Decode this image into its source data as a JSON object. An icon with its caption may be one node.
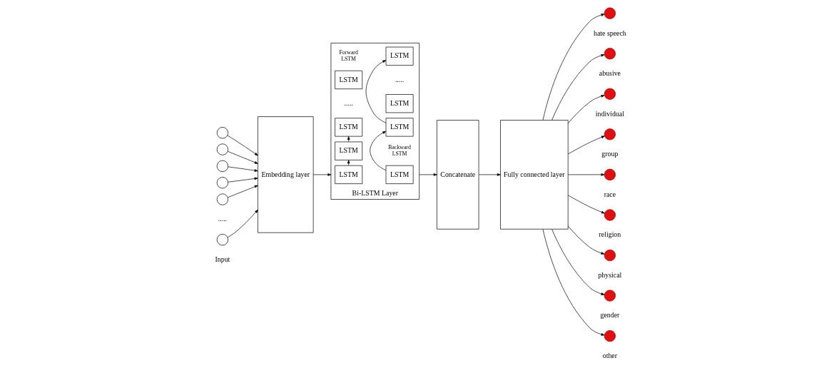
{
  "diagram": {
    "nodes": [
      {
        "text": [],
        "shape": "circle"
      },
      {
        "text": [],
        "shape": "circle"
      },
      {
        "text": [],
        "shape": "circle"
      },
      {
        "text": [],
        "shape": "circle"
      },
      {
        "text": [],
        "shape": "circle"
      },
      {
        "text": [],
        "shape": "circle"
      },
      {
        "text": [
          "Embedding layer"
        ]
      },
      {
        "text": [
          "Bi-LSTM Layer"
        ]
      },
      {
        "text": [
          "LSTM"
        ],
        "in": 7
      },
      {
        "text": [
          "LSTM"
        ],
        "in": 7
      },
      {
        "text": [
          "LSTM"
        ],
        "in": 7
      },
      {
        "text": [
          "LSTM"
        ],
        "in": 7
      },
      {
        "text": [
          "LSTM"
        ],
        "in": 7
      },
      {
        "text": [
          "LSTM"
        ],
        "in": 7
      },
      {
        "text": [
          "LSTM"
        ],
        "in": 7
      },
      {
        "text": [
          "LSTM"
        ],
        "in": 7
      },
      {
        "text": [
          "Concatenate"
        ]
      },
      {
        "text": [
          "Fully connected layer"
        ]
      },
      {
        "text": [],
        "shape": "circle",
        "beside": [
          "hate speech"
        ]
      },
      {
        "text": [],
        "shape": "circle",
        "beside": [
          "abusive"
        ]
      },
      {
        "text": [],
        "shape": "circle",
        "beside": [
          "individual"
        ]
      },
      {
        "text": [],
        "shape": "circle",
        "beside": [
          "group"
        ]
      },
      {
        "text": [],
        "shape": "circle",
        "beside": [
          "race"
        ]
      },
      {
        "text": [],
        "shape": "circle",
        "beside": [
          "religion"
        ]
      },
      {
        "text": [],
        "shape": "circle",
        "beside": [
          "physical"
        ]
      },
      {
        "text": [],
        "shape": "circle",
        "beside": [
          "gender"
        ]
      },
      {
        "text": [],
        "shape": "circle",
        "beside": [
          "other"
        ]
      }
    ],
    "edges": [
      {
        "from": 0,
        "to": 6,
        "arrow": "to"
      },
      {
        "from": 1,
        "to": 6,
        "arrow": "to"
      },
      {
        "from": 2,
        "to": 6,
        "arrow": "to"
      },
      {
        "from": 3,
        "to": 6,
        "arrow": "to"
      },
      {
        "from": 4,
        "to": 6,
        "arrow": "to"
      },
      {
        "from": 5,
        "to": 6,
        "arrow": "to"
      },
      {
        "from": 6,
        "to": 7,
        "arrow": "to"
      },
      {
        "from": 8,
        "to": 9,
        "arrow": "to"
      },
      {
        "from": 9,
        "to": 10,
        "arrow": "to"
      },
      {
        "from": 15,
        "to": 14,
        "arrow": "to"
      },
      {
        "from": 14,
        "to": 13,
        "arrow": "to"
      },
      {
        "from": 7,
        "to": 16,
        "arrow": "to"
      },
      {
        "from": 16,
        "to": 17,
        "arrow": "to"
      },
      {
        "from": 17,
        "to": 18,
        "arrow": "to"
      },
      {
        "from": 17,
        "to": 19,
        "arrow": "to"
      },
      {
        "from": 17,
        "to": 20,
        "arrow": "to"
      },
      {
        "from": 17,
        "to": 21,
        "arrow": "to"
      },
      {
        "from": 17,
        "to": 22,
        "arrow": "to"
      },
      {
        "from": 17,
        "to": 23,
        "arrow": "to"
      },
      {
        "from": 17,
        "to": 24,
        "arrow": "to"
      },
      {
        "from": 17,
        "to": 25,
        "arrow": "to"
      },
      {
        "from": 17,
        "to": 26,
        "arrow": "to"
      }
    ],
    "labels": [
      ".....",
      "Input",
      ".....",
      "Forward LSTM",
      ".....",
      "Backward LSTM"
    ]
  }
}
